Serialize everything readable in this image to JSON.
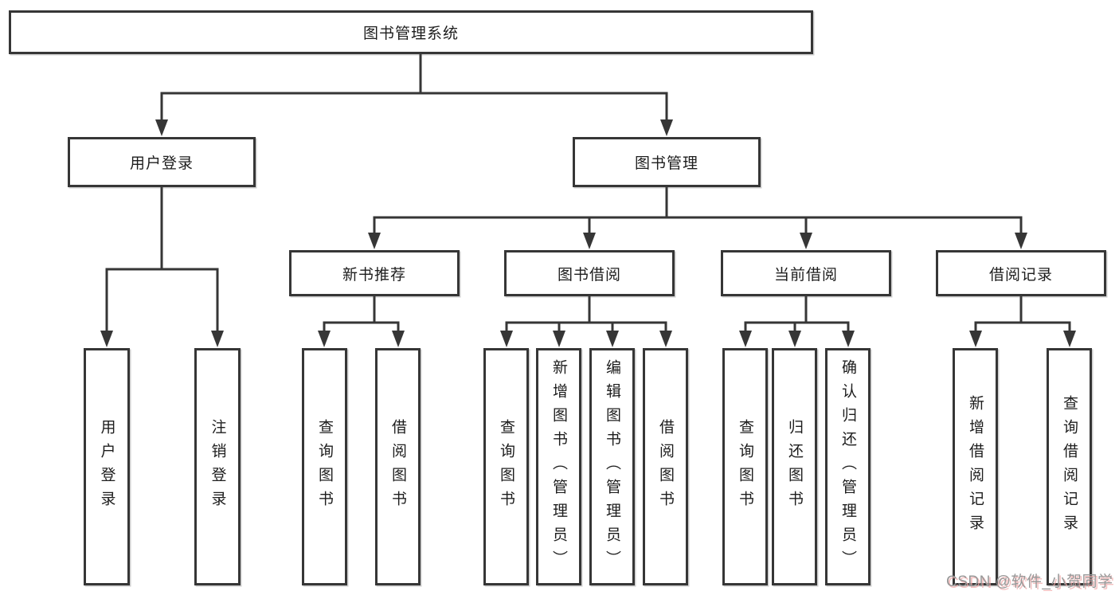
{
  "diagram": {
    "type": "hierarchy-tree",
    "root": {
      "label": "图书管理系统",
      "children": [
        {
          "label": "用户登录",
          "children": [
            {
              "label": "用户登录"
            },
            {
              "label": "注销登录"
            }
          ]
        },
        {
          "label": "图书管理",
          "children": [
            {
              "label": "新书推荐",
              "children": [
                {
                  "label": "查询图书"
                },
                {
                  "label": "借阅图书"
                }
              ]
            },
            {
              "label": "图书借阅",
              "children": [
                {
                  "label": "查询图书"
                },
                {
                  "label": "新增图书（管理员）"
                },
                {
                  "label": "编辑图书（管理员）"
                },
                {
                  "label": "借阅图书"
                }
              ]
            },
            {
              "label": "当前借阅",
              "children": [
                {
                  "label": "查询图书"
                },
                {
                  "label": "归还图书"
                },
                {
                  "label": "确认归还（管理员）"
                }
              ]
            },
            {
              "label": "借阅记录",
              "children": [
                {
                  "label": "新增借阅记录"
                },
                {
                  "label": "查询借阅记录"
                }
              ]
            }
          ]
        }
      ]
    }
  },
  "watermark": {
    "text": "CSDN @软件_小贺同学"
  },
  "colors": {
    "line": "#363636",
    "text": "#1d1d1d",
    "background": "#ffffff",
    "watermark_text": "#989898"
  }
}
